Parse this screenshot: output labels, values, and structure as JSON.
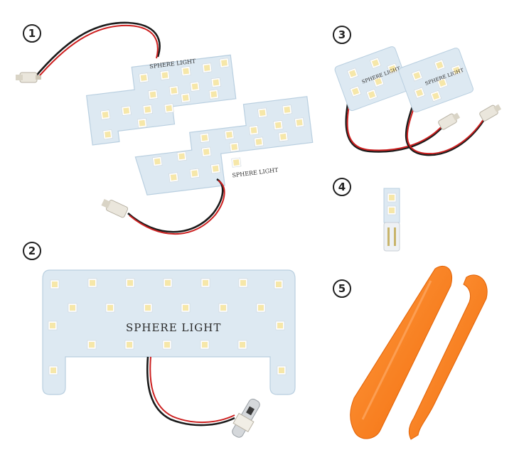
{
  "items": [
    {
      "number": "1",
      "label_text": "SPHERE LIGHT"
    },
    {
      "number": "2",
      "label_text": "SPHERE LIGHT"
    },
    {
      "number": "3",
      "label_text": "SPHERE LIGHT"
    },
    {
      "number": "4",
      "label_text": ""
    },
    {
      "number": "5",
      "label_text": ""
    }
  ],
  "colors": {
    "pcb": "#dde9f2",
    "pcb_edge": "#b9cfe0",
    "led_frame": "#ffffff",
    "led_chip": "#f6e7a9",
    "wire_red": "#cc1f1f",
    "wire_black": "#1b1b1b",
    "tool_orange": "#ff7a1a"
  }
}
